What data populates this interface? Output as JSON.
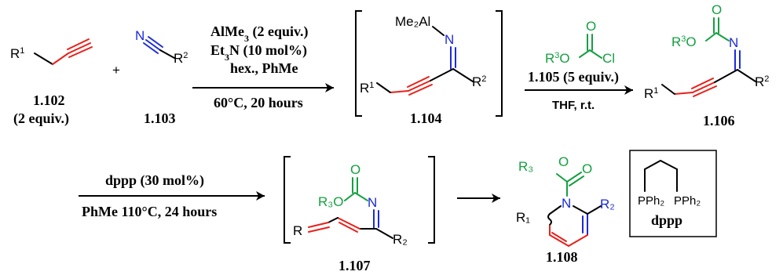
{
  "colors": {
    "black": "#000000",
    "red": "#e8201a",
    "blue": "#1d2bd8",
    "green": "#14a040"
  },
  "compounds": {
    "c1102": {
      "id": "1.102",
      "note": "(2 equiv.)",
      "r_base": "R",
      "r_sup": "1"
    },
    "c1103": {
      "id": "1.103",
      "n": "N",
      "r_base": "R",
      "r_sup": "2"
    },
    "c1104": {
      "id": "1.104",
      "me2al": "Me₂Al",
      "n": "N",
      "r1_base": "R",
      "r1_sup": "1",
      "r2_base": "R",
      "r2_sup": "2"
    },
    "c1105": {
      "o1": "O",
      "o2": "O",
      "cl": "Cl",
      "r_base": "R",
      "r_sup": "3"
    },
    "c1106": {
      "id": "1.106",
      "o1": "O",
      "o2": "O",
      "n": "N",
      "r3_base": "R",
      "r3_sup": "3",
      "r1_base": "R",
      "r1_sup": "1",
      "r2_base": "R",
      "r2_sup": "2"
    },
    "c1107": {
      "id": "1.107",
      "o1": "O",
      "o2": "O",
      "n": "N",
      "r3": "R₃",
      "r": "R",
      "r2": "R₂"
    },
    "c1108": {
      "id": "1.108",
      "o1": "O",
      "o2": "O",
      "n": "N",
      "r3": "R₃",
      "r1": "R₁",
      "r2": "R₂"
    },
    "dppp": {
      "pph2_left": "PPh₂",
      "pph2_right": "PPh₂",
      "name": "dppp"
    }
  },
  "plus": "+",
  "arrows": {
    "step1": {
      "line1": "AlMe",
      "line1_sub": "3",
      "line1_tail": " (2 equiv.)",
      "line2": "Et",
      "line2_sub": "3",
      "line2_tail": "N (10 mol%)",
      "line3": "hex., PhMe",
      "below": "60°C, 20 hours"
    },
    "step2": {
      "above": "1.105 (5 equiv.)",
      "below": "THF, r.t."
    },
    "step3": {
      "above": "dppp (30 mol%)",
      "below": "PhMe 110°C, 24 hours"
    }
  }
}
